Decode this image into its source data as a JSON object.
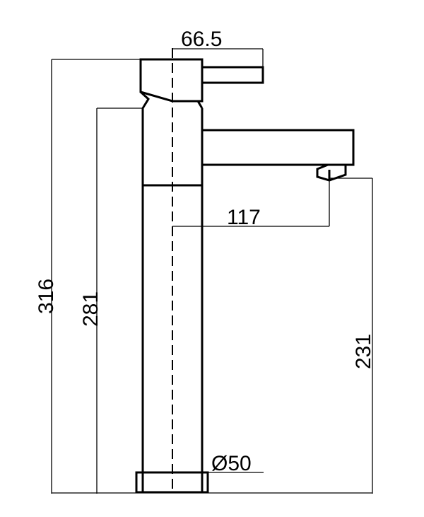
{
  "dimensions": {
    "total_height": "316",
    "body_height": "281",
    "spout_height": "231",
    "handle_reach": "66.5",
    "spout_reach": "117",
    "base_diameter": "Ø50"
  },
  "colors": {
    "line": "#000000",
    "background": "#ffffff"
  }
}
